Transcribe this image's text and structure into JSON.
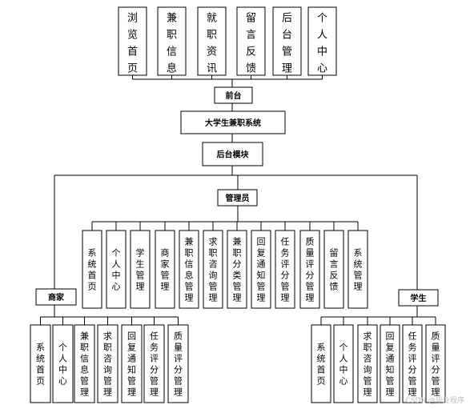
{
  "diagram": {
    "title": "大学生兼职系统",
    "front_modules": [
      "浏览首页",
      "兼职信息",
      "就职资讯",
      "留言反馈",
      "后台管理",
      "个人中心"
    ],
    "front_label": "前台",
    "backend_label": "后台模块",
    "admin": {
      "label": "管理员",
      "modules": [
        "系统首页",
        "个人中心",
        "学生管理",
        "商家管理",
        "兼职信息管理",
        "求职咨询管理",
        "兼职分类管理",
        "回复通知管理",
        "任务评分管理",
        "质量评分管理",
        "留言反馈",
        "系统管理"
      ]
    },
    "merchant": {
      "label": "商家",
      "modules": [
        "系统首页",
        "个人中心",
        "兼职信息管理",
        "求职咨询管理",
        "回复通知管理",
        "任务评分管理",
        "质量评分管理"
      ]
    },
    "student": {
      "label": "学生",
      "modules": [
        "系统首页",
        "个人中心",
        "求职咨询管理",
        "回复通知管理",
        "任务评分管理",
        "质量评分管理"
      ]
    },
    "watermark": "CSDN @毕业程序"
  }
}
